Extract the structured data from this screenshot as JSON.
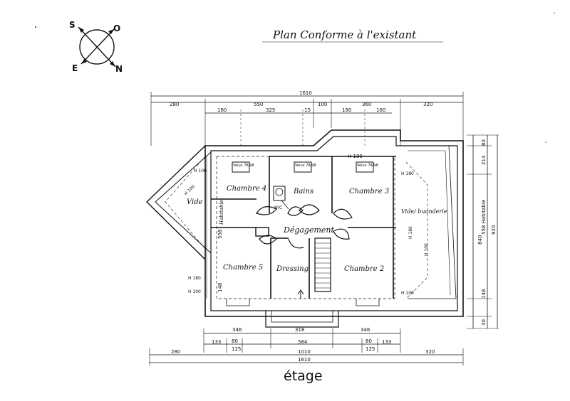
{
  "header": {
    "title": "Plan Conforme à l'existant"
  },
  "compass": {
    "S": "S",
    "O": "O",
    "E": "E",
    "N": "N"
  },
  "rooms": {
    "chambre4": "Chambre 4",
    "bains": "Bains",
    "chambre3": "Chambre 3",
    "wc": "W/C",
    "degagement": "Dégagement",
    "chambre5": "Chambre 5",
    "dressing": "Dressing",
    "chambre2": "Chambre 2",
    "vide": "Vide",
    "vide_buanderie": "Vide/ buanderie"
  },
  "annotations": {
    "velux1": "Velux 78/98",
    "velux2": "Velux 78/98",
    "velux3": "Velux 78/98",
    "h100_left": "H 100",
    "h100_vide": "H 100",
    "h100_velux3": "H 100",
    "h180_right": "H 180",
    "h180_mid": "H 180",
    "h100_mid": "H 100",
    "h100_bottom_right": "H 100",
    "h180_left": "H 180",
    "h100_left_low": "H 100",
    "habitable_left": "Habitable",
    "habitable_right": "558 Habitable"
  },
  "dimensions": {
    "top": {
      "overall": "1610",
      "d280": "280",
      "d550": "550",
      "d100": "100",
      "d360": "360",
      "d320": "320",
      "d180a": "180",
      "d325": "325",
      "d15": "15",
      "d180b": "180",
      "d160": "160"
    },
    "bottom": {
      "d346a": "346",
      "d318": "318",
      "d346b": "346",
      "d133a": "133",
      "d80a": "80",
      "d125a": "125",
      "d584": "584",
      "d80b": "80",
      "d125b": "125",
      "d133b": "133",
      "d280": "280",
      "d1010": "1010",
      "d320": "320",
      "overall": "1610"
    },
    "left": {
      "d558": "558",
      "d148": "148"
    },
    "right": {
      "d80": "80",
      "d214": "214",
      "d840": "840",
      "d920": "920",
      "d148": "148",
      "d30": "30"
    }
  },
  "footer": {
    "level": "étage"
  }
}
